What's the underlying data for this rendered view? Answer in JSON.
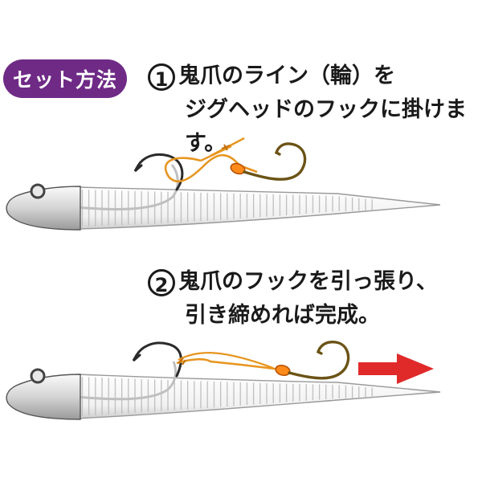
{
  "badge": {
    "label": "セット方法"
  },
  "step1": {
    "number": "1",
    "line1": "鬼爪のライン（輪）を",
    "line2": "ジグヘッドのフックに掛けます。"
  },
  "step2": {
    "number": "2",
    "line1": "鬼爪のフックを引っ張り、",
    "line2": "引き締めれば完成。"
  },
  "colors": {
    "badge": "#6f2a86",
    "line": "#e7951f",
    "arrow": "#e02a2a",
    "hook": "#3a2a12",
    "stinger": "#6b5316"
  }
}
